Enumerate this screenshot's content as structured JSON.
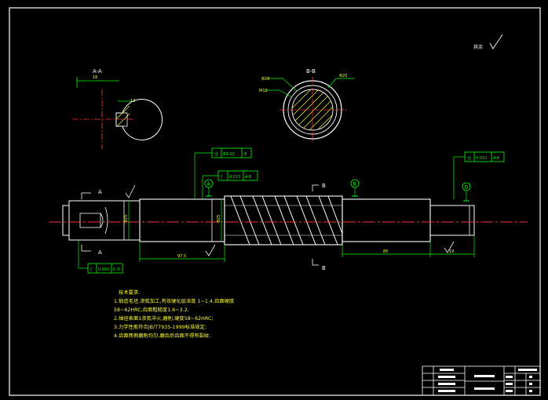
{
  "drawing": {
    "sections": {
      "a_label": "A-A",
      "b_label": "B-B",
      "a_width_dim": "16",
      "a_depth_dim": "13",
      "b_dims": [
        "Φ28",
        "Φ20",
        "M12"
      ]
    },
    "section_cut_marks": [
      "A",
      "A",
      "B",
      "B"
    ],
    "datum_labels": [
      "A",
      "B",
      "D"
    ],
    "tolerance_frames": [
      {
        "symbol": "◎",
        "value": "Φ0.02",
        "datum": "B"
      },
      {
        "symbol": "/",
        "value": "0.015",
        "datum": "A-B"
      },
      {
        "symbol": "◎",
        "value": "0.010",
        "datum": "A-B"
      },
      {
        "symbol": "/",
        "value": "0.015",
        "datum": "C-D"
      }
    ],
    "dimensions": [
      "Φ25",
      "Φ25",
      "97.5",
      "85",
      "19"
    ],
    "roughness_note": "其余"
  },
  "technical_requirements": {
    "title": "技术要求:",
    "items": [
      "1.锻造毛坯,渗氮加工,有效硬化层深度 1~1.4,齿面硬度",
      "58~62HRC,齿面粗糙度1.6~3.2;",
      "2.轴径表面1渗氮淬火,磨削,硬度58~62HRC;",
      "3.力学性能符合JB/T7935-1999标准规定;",
      "4.齿面两侧磨削均匀,磨齿后齿面不得有裂纹."
    ]
  },
  "title_block": {
    "cells": [
      "",
      "",
      "",
      "",
      "",
      "",
      ""
    ]
  }
}
